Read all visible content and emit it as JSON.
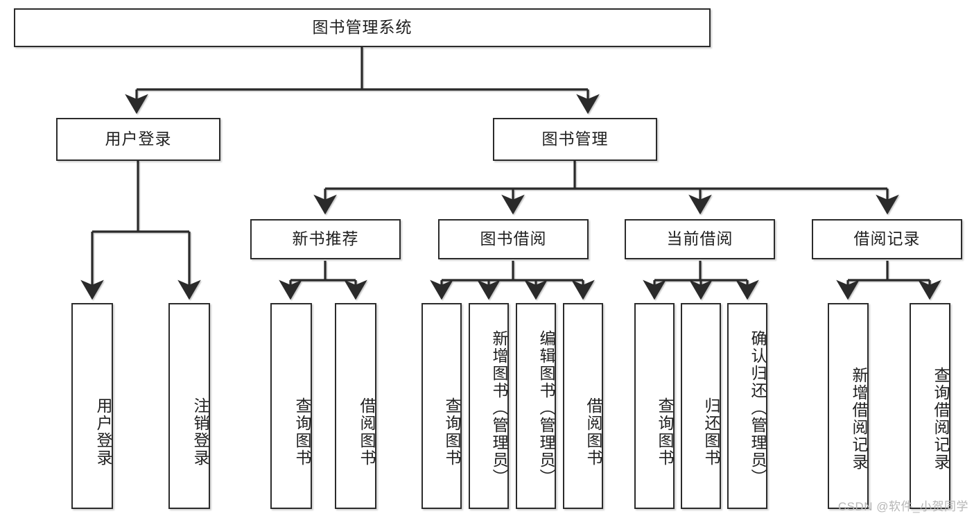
{
  "diagram": {
    "title_node": {
      "label": "图书管理系统"
    },
    "level1": [
      {
        "id": "user-login",
        "label": "用户登录"
      },
      {
        "id": "book-manage",
        "label": "图书管理"
      }
    ],
    "level2": [
      {
        "id": "new-book-recommend",
        "label": "新书推荐"
      },
      {
        "id": "book-borrow",
        "label": "图书借阅"
      },
      {
        "id": "current-borrow",
        "label": "当前借阅"
      },
      {
        "id": "borrow-record",
        "label": "借阅记录"
      }
    ],
    "leaves": [
      {
        "id": "leaf-user-login",
        "label": "用户登录",
        "parent": "user-login"
      },
      {
        "id": "leaf-logout-login",
        "label": "注销登录",
        "parent": "user-login"
      },
      {
        "id": "leaf-query-book-1",
        "label": "查询图书",
        "parent": "new-book-recommend"
      },
      {
        "id": "leaf-borrow-book-1",
        "label": "借阅图书",
        "parent": "new-book-recommend"
      },
      {
        "id": "leaf-query-book-2",
        "label": "查询图书",
        "parent": "book-borrow"
      },
      {
        "id": "leaf-add-book-admin",
        "label": "新增图书（管理员）",
        "parent": "book-borrow"
      },
      {
        "id": "leaf-edit-book-admin",
        "label": "编辑图书（管理员）",
        "parent": "book-borrow"
      },
      {
        "id": "leaf-borrow-book-2",
        "label": "借阅图书",
        "parent": "book-borrow"
      },
      {
        "id": "leaf-query-book-3",
        "label": "查询图书",
        "parent": "current-borrow"
      },
      {
        "id": "leaf-return-book",
        "label": "归还图书",
        "parent": "current-borrow"
      },
      {
        "id": "leaf-confirm-return-admin",
        "label": "确认归还（管理员）",
        "parent": "current-borrow"
      },
      {
        "id": "leaf-add-borrow-record",
        "label": "新增借阅记录",
        "parent": "borrow-record"
      },
      {
        "id": "leaf-query-borrow-record",
        "label": "查询借阅记录",
        "parent": "borrow-record"
      }
    ],
    "watermark": "CSDN @软件_小贺同学",
    "colors": {
      "stroke": "#2b2b2b",
      "fill": "#ffffff",
      "text": "#1f1f1f",
      "watermark": "#b6b6b6"
    }
  }
}
